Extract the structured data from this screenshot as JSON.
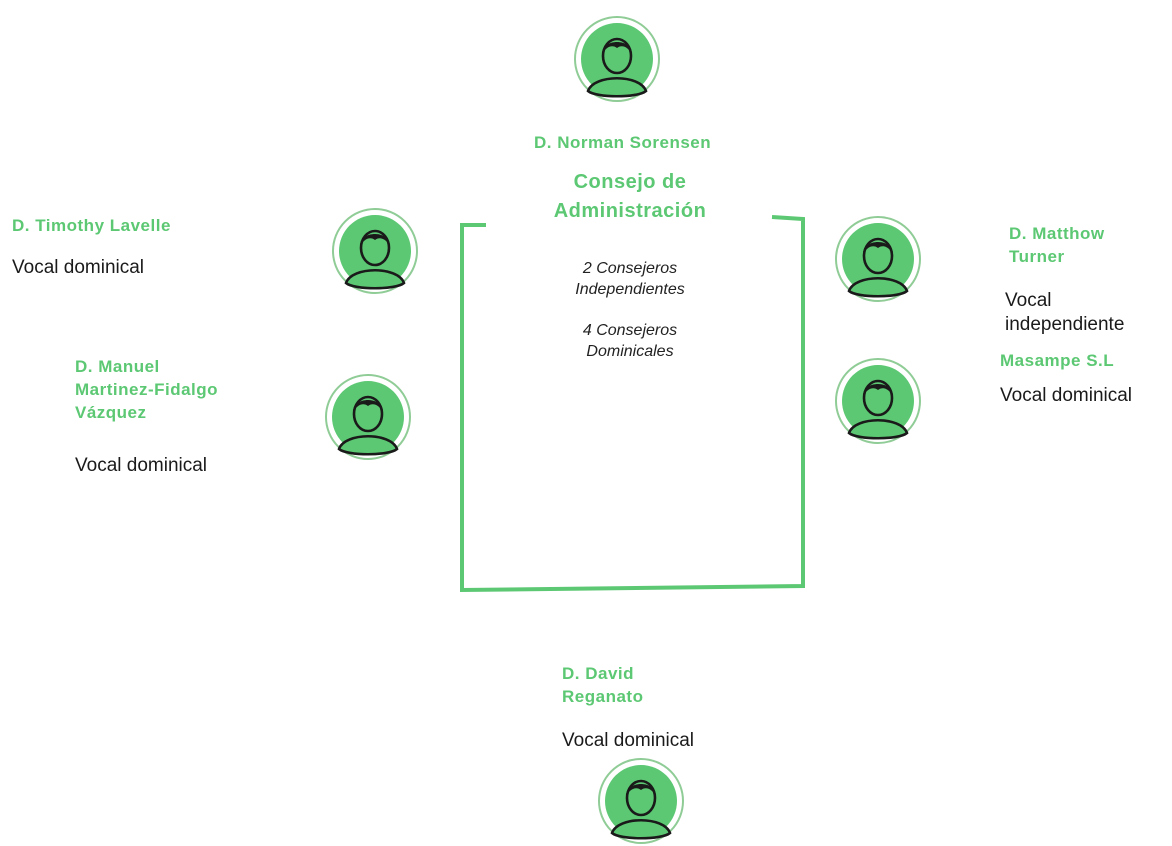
{
  "colors": {
    "accent": "#5cc873",
    "avatar_fill": "#5cc873",
    "avatar_ring": "#8fcc96",
    "figure": "#1a1a1a"
  },
  "icons": {
    "avatar": "person-avatar-icon"
  },
  "board": {
    "title_line1": "Consejo de",
    "title_line2": "Administración",
    "composition": [
      "2 Consejeros",
      "Independientes",
      "4 Consejeros",
      "Dominicales"
    ]
  },
  "members": [
    {
      "name_lines": [
        "D. Norman Sorensen"
      ],
      "role_lines": []
    },
    {
      "name_lines": [
        "D. Timothy Lavelle"
      ],
      "role_lines": [
        "Vocal dominical"
      ]
    },
    {
      "name_lines": [
        "D. Manuel",
        "Martinez-Fidalgo",
        "Vázquez"
      ],
      "role_lines": [
        "Vocal dominical"
      ]
    },
    {
      "name_lines": [
        "D. Matthow",
        "Turner"
      ],
      "role_lines": [
        "Vocal",
        "independiente"
      ]
    },
    {
      "name_lines": [
        "Masampe S.L"
      ],
      "role_lines": [
        "Vocal dominical"
      ]
    },
    {
      "name_lines": [
        "D. David",
        "Reganato"
      ],
      "role_lines": [
        "Vocal dominical"
      ]
    }
  ]
}
